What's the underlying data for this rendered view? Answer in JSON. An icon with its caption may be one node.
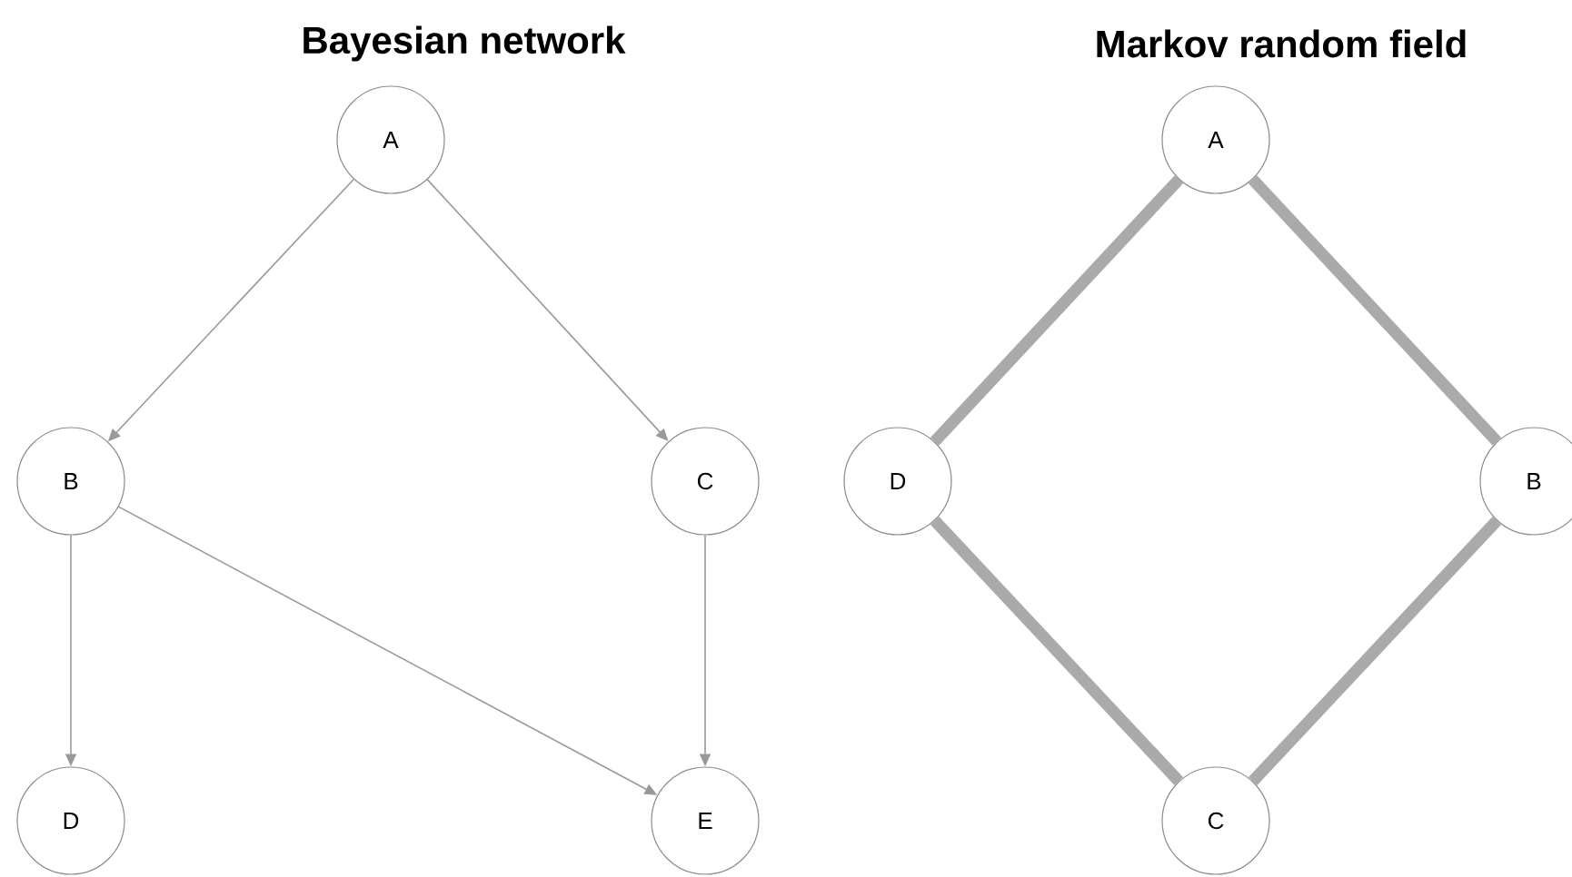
{
  "diagram": {
    "nodes": [
      {
        "text": [
          "A"
        ]
      },
      {
        "text": [
          "B"
        ]
      },
      {
        "text": [
          "C"
        ]
      },
      {
        "text": [
          "D"
        ]
      },
      {
        "text": [
          "E"
        ]
      },
      {
        "text": [
          "A"
        ]
      },
      {
        "text": [
          "D"
        ]
      },
      {
        "text": [
          "B"
        ]
      },
      {
        "text": [
          "C"
        ]
      }
    ],
    "edges": [
      {
        "from": 0,
        "to": 1,
        "arrow": "to"
      },
      {
        "from": 0,
        "to": 2,
        "arrow": "to"
      },
      {
        "from": 1,
        "to": 3,
        "arrow": "to"
      },
      {
        "from": 1,
        "to": 4,
        "arrow": "to"
      },
      {
        "from": 2,
        "to": 4,
        "arrow": "to"
      },
      {
        "from": 5,
        "to": 6,
        "arrow": "none",
        "style": "thick",
        "color": "#aaaaaa"
      },
      {
        "from": 5,
        "to": 7,
        "arrow": "none",
        "style": "thick",
        "color": "#aaaaaa"
      },
      {
        "from": 6,
        "to": 8,
        "arrow": "none",
        "style": "thick",
        "color": "#aaaaaa"
      },
      {
        "from": 7,
        "to": 8,
        "arrow": "none",
        "style": "thick",
        "color": "#aaaaaa"
      }
    ],
    "labels": [
      "Bayesian network",
      "Markov random field"
    ]
  }
}
